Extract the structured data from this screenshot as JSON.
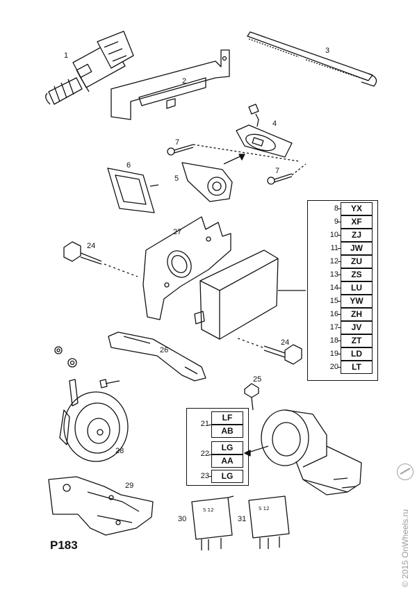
{
  "sheet_code": "P183",
  "watermark": "© 2015 OnWheels.ru",
  "part_callouts": [
    {
      "id": "1",
      "label": "1"
    },
    {
      "id": "2",
      "label": "2"
    },
    {
      "id": "3",
      "label": "3"
    },
    {
      "id": "4",
      "label": "4"
    },
    {
      "id": "5",
      "label": "5"
    },
    {
      "id": "6",
      "label": "6"
    },
    {
      "id": "7a",
      "label": "7"
    },
    {
      "id": "7b",
      "label": "7"
    },
    {
      "id": "24a",
      "label": "24"
    },
    {
      "id": "24b",
      "label": "24"
    },
    {
      "id": "25",
      "label": "25"
    },
    {
      "id": "26",
      "label": "26"
    },
    {
      "id": "27",
      "label": "27"
    },
    {
      "id": "28",
      "label": "28"
    },
    {
      "id": "29",
      "label": "29"
    },
    {
      "id": "30",
      "label": "30"
    },
    {
      "id": "31",
      "label": "31"
    }
  ],
  "control_unit_codes": [
    {
      "index": "8",
      "code": "YX"
    },
    {
      "index": "9",
      "code": "XF"
    },
    {
      "index": "10",
      "code": "ZJ"
    },
    {
      "index": "11",
      "code": "JW"
    },
    {
      "index": "12",
      "code": "ZU"
    },
    {
      "index": "13",
      "code": "ZS"
    },
    {
      "index": "14",
      "code": "LU"
    },
    {
      "index": "15",
      "code": "YW"
    },
    {
      "index": "16",
      "code": "ZH"
    },
    {
      "index": "17",
      "code": "JV"
    },
    {
      "index": "18",
      "code": "ZT"
    },
    {
      "index": "19",
      "code": "LD"
    },
    {
      "index": "20",
      "code": "LT"
    }
  ],
  "coil_codes": [
    {
      "index": "21",
      "codes": [
        "LF",
        "AB"
      ]
    },
    {
      "index": "22",
      "codes": [
        "LG",
        "AA"
      ]
    },
    {
      "index": "23",
      "codes": [
        "LG"
      ]
    }
  ]
}
